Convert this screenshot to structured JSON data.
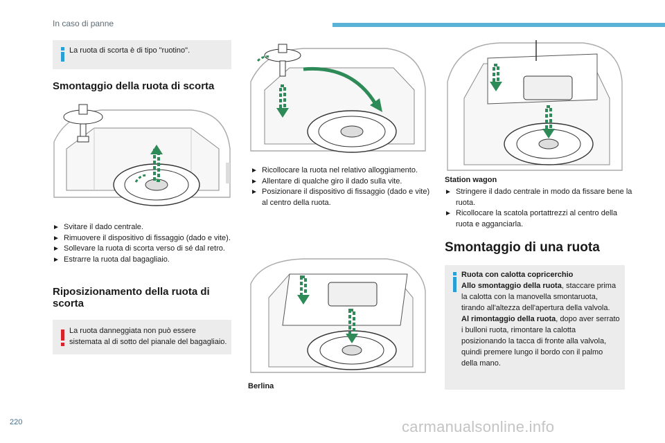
{
  "header": {
    "section": "In caso di panne",
    "accent_color": "#5ab3d6"
  },
  "page_number": "220",
  "watermark": "carmanualsonline.info",
  "left": {
    "info_note": "La ruota di scorta è di tipo \"ruotino\".",
    "title_removal": "Smontaggio della ruota di scorta",
    "removal_steps": [
      "Svitare il dado centrale.",
      "Rimuovere il dispositivo di fissaggio (dado e vite).",
      "Sollevare la ruota di scorta verso di sé dal retro.",
      "Estrarre la ruota dal bagagliaio."
    ],
    "title_refit_line1": "Riposizionamento della ruota di",
    "title_refit_line2": "scorta",
    "warning_note_line1": "La ruota danneggiata non può essere",
    "warning_note_line2": "sistemata al di sotto del pianale del bagagliaio."
  },
  "middle": {
    "refit_steps": [
      "Ricollocare la ruota nel relativo alloggiamento.",
      "Allentare di qualche giro il dado sulla vite.",
      "Posizionare il dispositivo di fissaggio (dado e vite) al centro della ruota."
    ],
    "caption_sedan": "Berlina"
  },
  "right": {
    "caption_wagon": "Station wagon",
    "wagon_steps": [
      "Stringere il dado centrale in modo da fissare bene la ruota.",
      "Ricollocare la scatola portattrezzi al centro della ruota e agganciarla."
    ],
    "title_wheel": "Smontaggio di una ruota",
    "hubcap_note": {
      "title": "Ruota con calotta copricerchio",
      "removal_bold": "Allo smontaggio della ruota",
      "removal_text": ", staccare prima la calotta con la manovella smontaruota, tirando all'altezza dell'apertura della valvola.",
      "refit_bold": "Al rimontaggio della ruota",
      "refit_text": ", dopo aver serrato i bulloni ruota, rimontare la calotta posizionando la tacca di fronte alla valvola, quindi premere lungo il bordo con il palmo della mano."
    }
  },
  "colors": {
    "arrow_green": "#2e8b57",
    "info_blue": "#2a9fd6",
    "warning_red": "#d8232a",
    "note_grey": "#ececec"
  },
  "icons": [
    "info-icon",
    "warning-icon",
    "bullet-icon"
  ]
}
